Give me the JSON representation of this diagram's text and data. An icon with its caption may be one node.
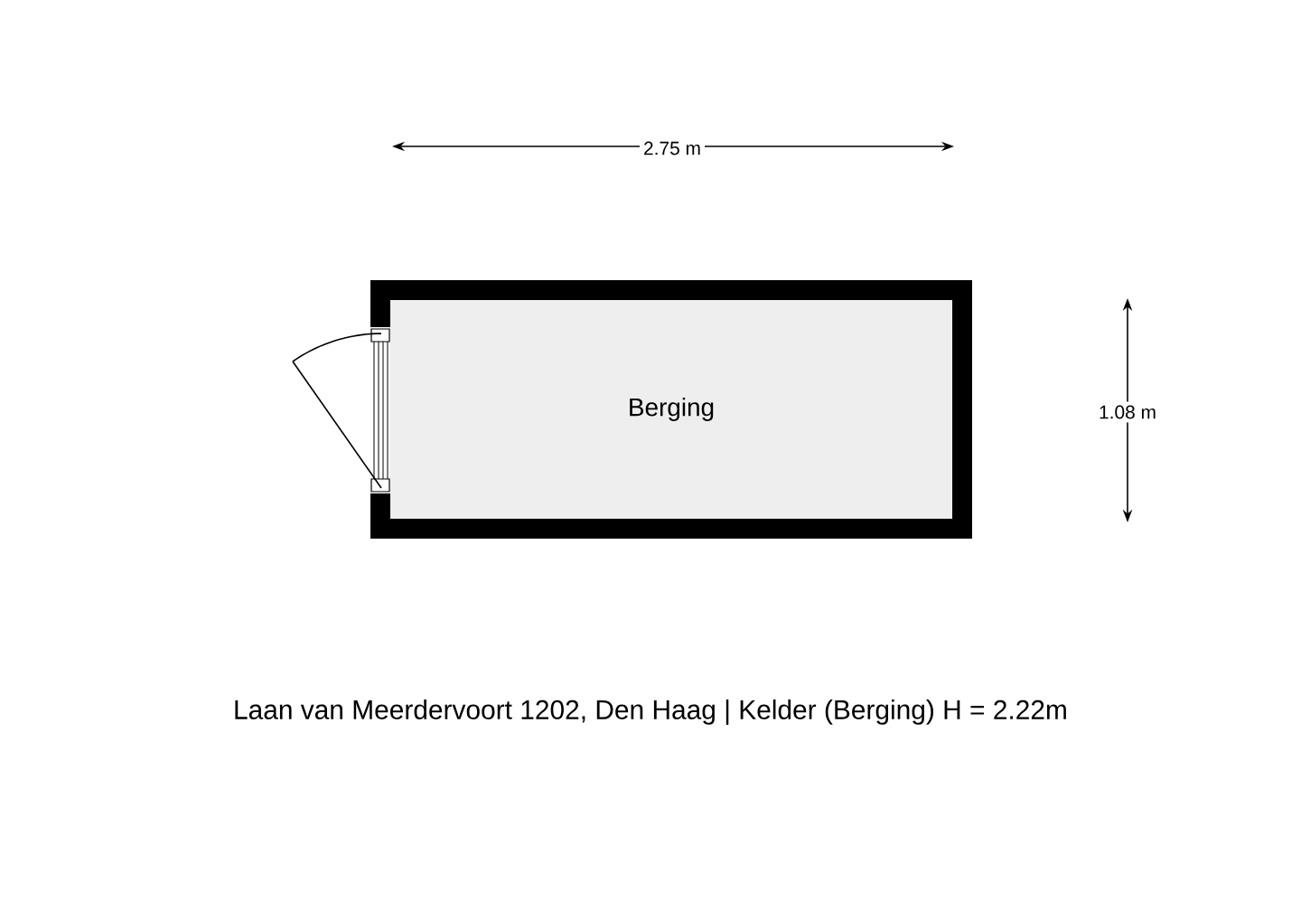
{
  "diagram": {
    "caption": "Laan van Meerdervoort 1202, Den Haag | Kelder (Berging) H = 2.22m",
    "nodes": [
      {
        "text": [
          "Berging"
        ]
      }
    ],
    "labels": [
      "2.75 m",
      "1.08 m"
    ]
  }
}
